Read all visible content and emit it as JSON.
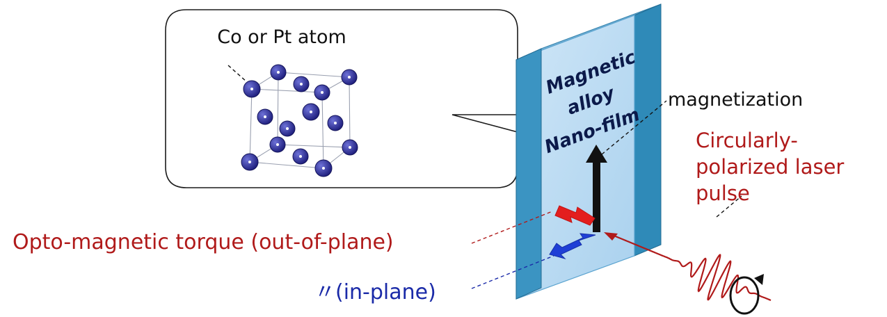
{
  "callout": {
    "label": "Co or Pt atom"
  },
  "film": {
    "line1": "Magnetic",
    "line2": "alloy",
    "line3": "Nano-film"
  },
  "magnetization": {
    "label": "magnetization"
  },
  "laser": {
    "line1": "Circularly-",
    "line2": "polarized laser",
    "line3": "pulse"
  },
  "torque_out": {
    "label": "Opto-magnetic torque (out-of-plane)"
  },
  "torque_in": {
    "label": "〃(in-plane)"
  },
  "colors": {
    "dark_red": "#b01a1a",
    "navy": "#1a2aa8",
    "film_face": "#b9dbf2",
    "film_edge": "#2f8ab8",
    "atom": "#2a2a90",
    "arrow_red": "#e31e1e",
    "arrow_blue": "#1f3fd6"
  }
}
